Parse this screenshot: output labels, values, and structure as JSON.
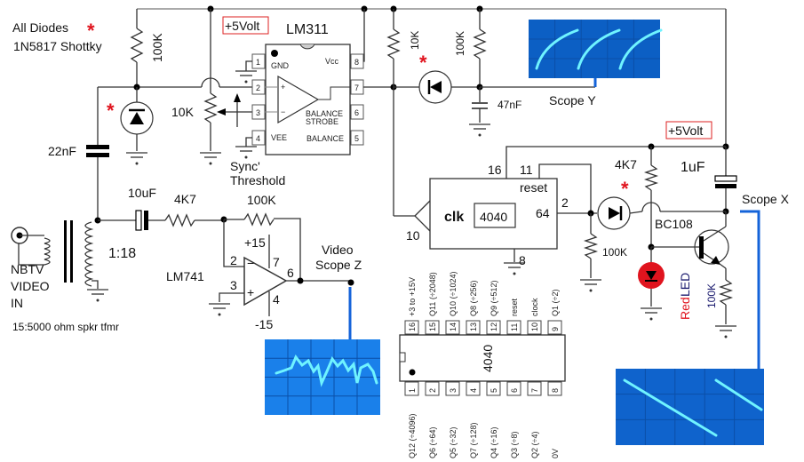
{
  "notes": {
    "diodes_title": "All Diodes",
    "diodes_type": "1N5817  Shottky",
    "star": "*"
  },
  "supply": {
    "plus5_top": "+5Volt",
    "plus5_right": "+5Volt"
  },
  "lm311": {
    "name": "LM311",
    "pins": [
      "1",
      "2",
      "3",
      "4",
      "5",
      "6",
      "7",
      "8"
    ],
    "gnd": "GND",
    "vcc": "Vcc",
    "vee": "VEE",
    "balance_strobe_1": "BALANCE",
    "balance_strobe_2": "STROBE",
    "balance": "BALANCE",
    "plus": "+",
    "minus": "−"
  },
  "components": {
    "r_100k_top": "100K",
    "pot_10k": "10K",
    "sync_threshold_1": "Sync'",
    "sync_threshold_2": "Threshold",
    "cap_22nf": "22nF",
    "r_10k_top": "10K",
    "r_100k_y": "100K",
    "cap_47nf": "47nF",
    "scope_y": "Scope Y",
    "cap_10uf": "10uF",
    "r_4k7_in": "4K7",
    "r_100k_fb": "100K",
    "ratio": "1:18",
    "input_1": "NBTV",
    "input_2": "VIDEO",
    "input_3": "IN",
    "transformer": "15:5000 ohm spkr tfmr",
    "lm741": "LM741",
    "op_pin2": "2",
    "op_pin3": "3",
    "op_pin7": "7",
    "op_pin6": "6",
    "op_pin4": "4",
    "op_plus15": "+15",
    "op_minus15": "-15",
    "video_1": "Video",
    "video_2": "Scope Z",
    "r_4k7_led": "4K7",
    "cap_1uf": "1uF",
    "scope_x": "Scope  X",
    "bc108": "BC108",
    "r_100k_emit": "100K",
    "red_led_1": "Red",
    "red_led_2": " LED",
    "r_100k_pd": "100K"
  },
  "counter_block": {
    "clk": "clk",
    "chip": "4040",
    "reset": "reset",
    "out64": "64",
    "pin16": "16",
    "pin11": "11",
    "pin10": "10",
    "pin2": "2",
    "pin8": "8"
  },
  "chip4040": {
    "label": "4040",
    "top_pins": [
      {
        "num": "16",
        "name": "+3 to +15V"
      },
      {
        "num": "15",
        "name": "Q11 (÷2048)"
      },
      {
        "num": "14",
        "name": "Q10 (÷1024)"
      },
      {
        "num": "13",
        "name": "Q8 (÷256)"
      },
      {
        "num": "12",
        "name": "Q9 (÷512)"
      },
      {
        "num": "11",
        "name": "reset"
      },
      {
        "num": "10",
        "name": "clock"
      },
      {
        "num": "9",
        "name": "Q1 (÷2)"
      }
    ],
    "bottom_pins": [
      {
        "num": "1",
        "name": "Q12 (÷4096)"
      },
      {
        "num": "2",
        "name": "Q6 (÷64)"
      },
      {
        "num": "3",
        "name": "Q5 (÷32)"
      },
      {
        "num": "4",
        "name": "Q7 (÷128)"
      },
      {
        "num": "5",
        "name": "Q4 (÷16)"
      },
      {
        "num": "6",
        "name": "Q3 (÷8)"
      },
      {
        "num": "7",
        "name": "Q2 (÷4)"
      },
      {
        "num": "8",
        "name": "0V"
      }
    ]
  },
  "colors": {
    "wire": "#333333",
    "probe": "#1463d9",
    "accent_red": "#e0141e",
    "scope_bg": "#1677e0",
    "trace": "#6ff3ff"
  }
}
